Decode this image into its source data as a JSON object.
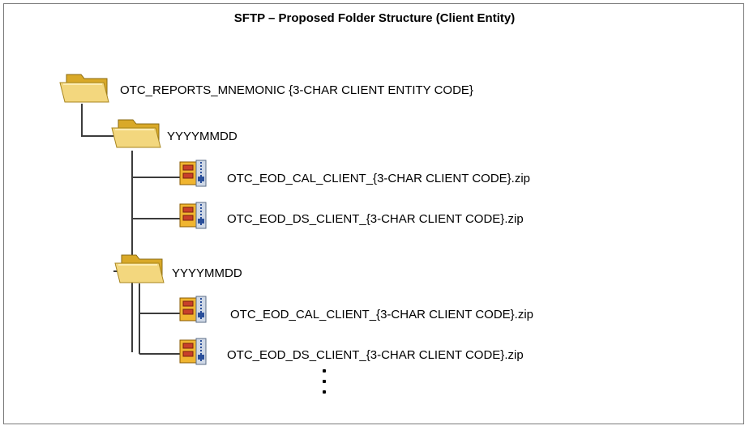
{
  "title": "SFTP – Proposed Folder Structure (Client Entity)",
  "tree": {
    "root": {
      "label": "OTC_REPORTS_MNEMONIC {3-CHAR CLIENT ENTITY CODE}",
      "icon": "folder-icon"
    },
    "folders": [
      {
        "label": "YYYYMMDD",
        "icon": "folder-icon",
        "files": [
          {
            "label": "OTC_EOD_CAL_CLIENT_{3-CHAR CLIENT CODE}.zip",
            "icon": "zip-archive-icon"
          },
          {
            "label": "OTC_EOD_DS_CLIENT_{3-CHAR CLIENT CODE}.zip",
            "icon": "zip-archive-icon"
          }
        ]
      },
      {
        "label": "YYYYMMDD",
        "icon": "folder-icon",
        "files": [
          {
            "label": "OTC_EOD_CAL_CLIENT_{3-CHAR CLIENT CODE}.zip",
            "icon": "zip-archive-icon"
          },
          {
            "label": "OTC_EOD_DS_CLIENT_{3-CHAR CLIENT CODE}.zip",
            "icon": "zip-archive-icon"
          }
        ]
      }
    ],
    "continuation": "more-items-ellipsis"
  },
  "colors": {
    "folder_front": "#f3d77e",
    "folder_back": "#d9a928",
    "connector": "#3c3c3c",
    "border": "#7a7a7a"
  }
}
